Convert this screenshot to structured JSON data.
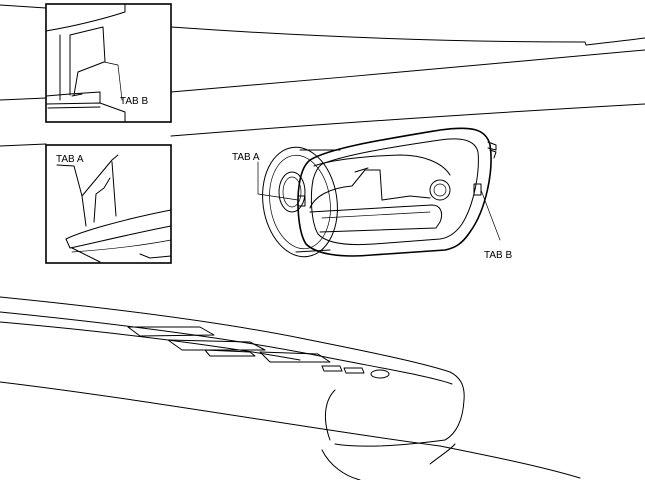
{
  "labels": {
    "inset_top_tab": "TAB B",
    "inset_bottom_tab": "TAB A",
    "handle_tab_left": "TAB A",
    "handle_tab_right": "TAB B"
  }
}
